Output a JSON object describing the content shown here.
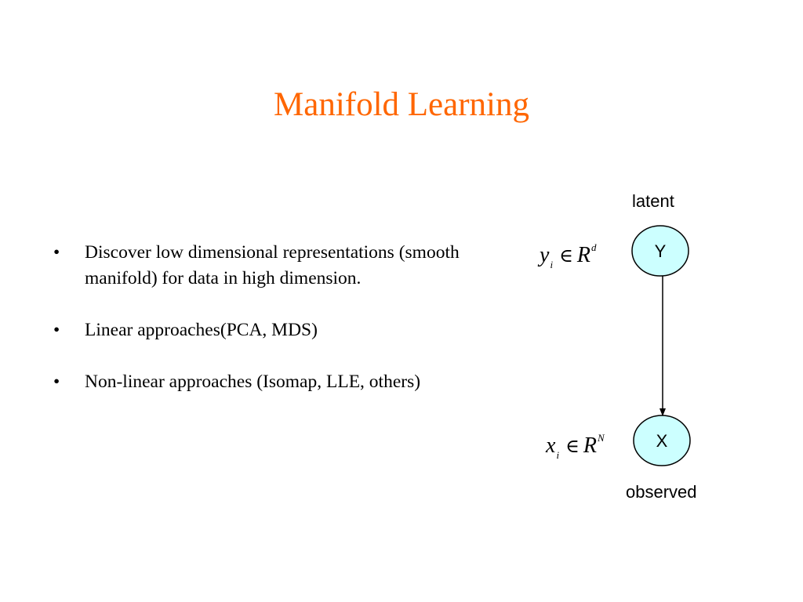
{
  "slide": {
    "title": "Manifold Learning",
    "bullets": [
      "Discover low dimensional representations (smooth manifold) for data in high dimension.",
      "Linear approaches(PCA, MDS)",
      "Non-linear approaches (Isomap, LLE, others)"
    ],
    "bullet_marker": "•"
  },
  "diagram": {
    "latent_label": "latent",
    "observed_label": "observed",
    "node_y_label": "Y",
    "node_x_label": "X",
    "node_fill": "#ccffff",
    "formula_y": {
      "var": "y",
      "sub": "i",
      "elem": "∈",
      "space": "R",
      "sup": "d"
    },
    "formula_x": {
      "var": "x",
      "sub": "i",
      "elem": "∈",
      "space": "R",
      "sup": "N"
    }
  },
  "colors": {
    "title": "#ff6600",
    "text": "#000000",
    "background": "#ffffff"
  }
}
